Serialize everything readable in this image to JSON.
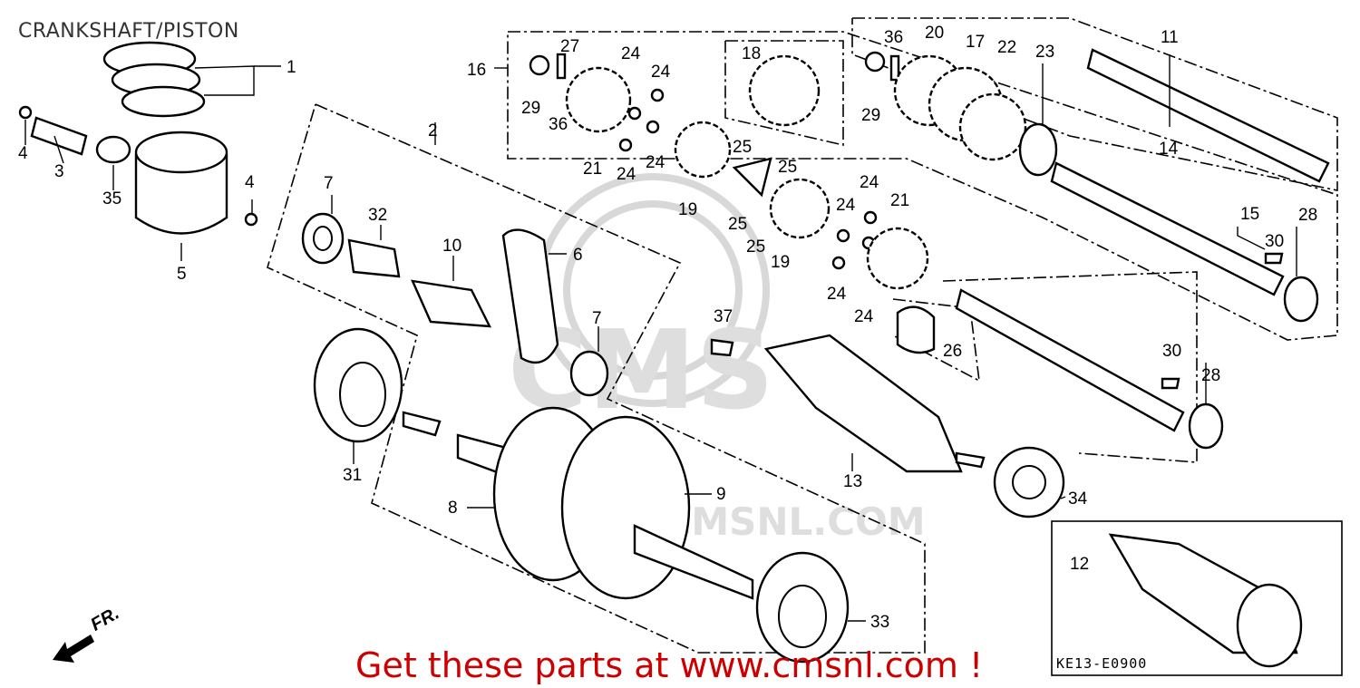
{
  "title": "CRANKSHAFT/PISTON",
  "banner": "Get these parts at www.cmsnl.com !",
  "diagram_code": "KE13-E0900",
  "direction_marker": "FR.",
  "watermark": {
    "brand": "CMS",
    "url": "WWW.CMSNL.COM"
  },
  "callouts": [
    "1",
    "2",
    "3",
    "4",
    "4",
    "5",
    "6",
    "7",
    "7",
    "8",
    "9",
    "10",
    "11",
    "12",
    "13",
    "14",
    "15",
    "16",
    "17",
    "18",
    "19",
    "19",
    "20",
    "21",
    "21",
    "22",
    "23",
    "24",
    "24",
    "24",
    "24",
    "24",
    "24",
    "24",
    "24",
    "25",
    "25",
    "25",
    "25",
    "26",
    "27",
    "28",
    "28",
    "29",
    "29",
    "30",
    "30",
    "31",
    "32",
    "33",
    "34",
    "35",
    "36",
    "36",
    "37"
  ],
  "colors": {
    "banner": "#cc0000",
    "line": "#000000",
    "title": "#333333",
    "watermark": "#cfcfcf"
  }
}
